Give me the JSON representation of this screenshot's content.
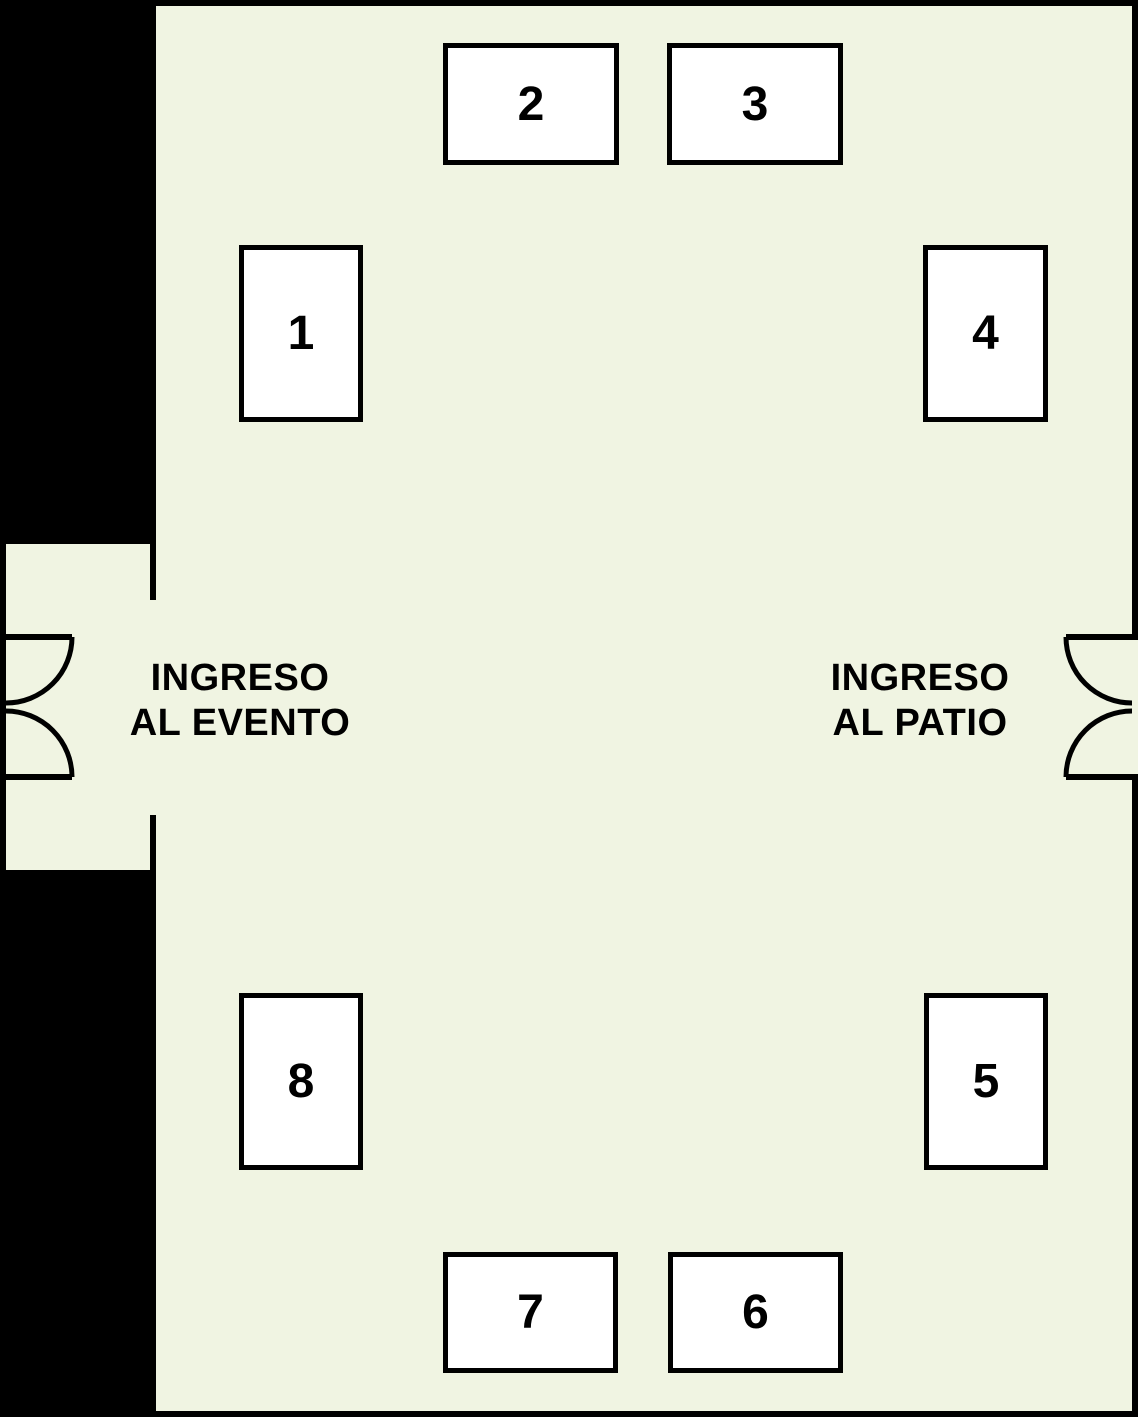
{
  "plan": {
    "colors": {
      "exterior": "#000000",
      "floor": "#f0f4e2",
      "wall": "#000000",
      "booth_fill": "#ffffff",
      "text": "#000000"
    },
    "booths": [
      {
        "label": "1"
      },
      {
        "label": "2"
      },
      {
        "label": "3"
      },
      {
        "label": "4"
      },
      {
        "label": "5"
      },
      {
        "label": "6"
      },
      {
        "label": "7"
      },
      {
        "label": "8"
      }
    ],
    "entrances": {
      "left": {
        "line1": "INGRESO",
        "line2": "AL EVENTO"
      },
      "right": {
        "line1": "INGRESO",
        "line2": "AL PATIO"
      }
    }
  }
}
